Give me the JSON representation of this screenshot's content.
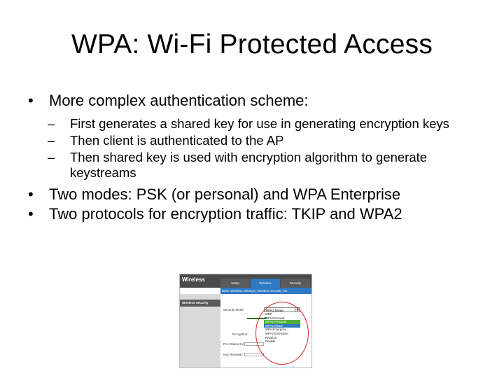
{
  "slide": {
    "title": "WPA: Wi-Fi Protected Access",
    "bullet_glyph": "•",
    "dash_glyph": "–",
    "bullets": [
      {
        "text": "More complex authentication scheme:",
        "sub": [
          "First generates a shared key for use in generating encryption keys",
          "Then client is authenticated to the AP",
          "Then shared key is used with encryption algorithm to generate keystreams"
        ]
      },
      {
        "text": "Two modes: PSK (or personal) and WPA Enterprise"
      },
      {
        "text": "Two protocols for encryption traffic: TKIP and WPA2"
      }
    ]
  },
  "figure": {
    "brand": "Wireless",
    "tabs": [
      "Setup",
      "Wireless",
      "Security"
    ],
    "active_tab": "Wireless",
    "subnav": "Basic Wireless Settings  |  Wireless Security  |  W",
    "side_header": "Wireless Security",
    "labels": {
      "security_mode": "Security Mode:",
      "encryption": "Encryption:",
      "pre_shared_key": "Pre-Shared Key:",
      "key_renewal": "Key Renewal:"
    },
    "selected_value": "WPA2 Mixed",
    "options": [
      "WEP",
      "WPA Personal",
      "WPA2 Personal",
      "WPA2 Mixed",
      "WPA Enterprise",
      "WPA2 Enterprise",
      "RADIUS",
      "Disable"
    ],
    "highlight_color": "#4fae3a",
    "selected_color": "#2e79c1",
    "circle_color": "#d52424"
  }
}
